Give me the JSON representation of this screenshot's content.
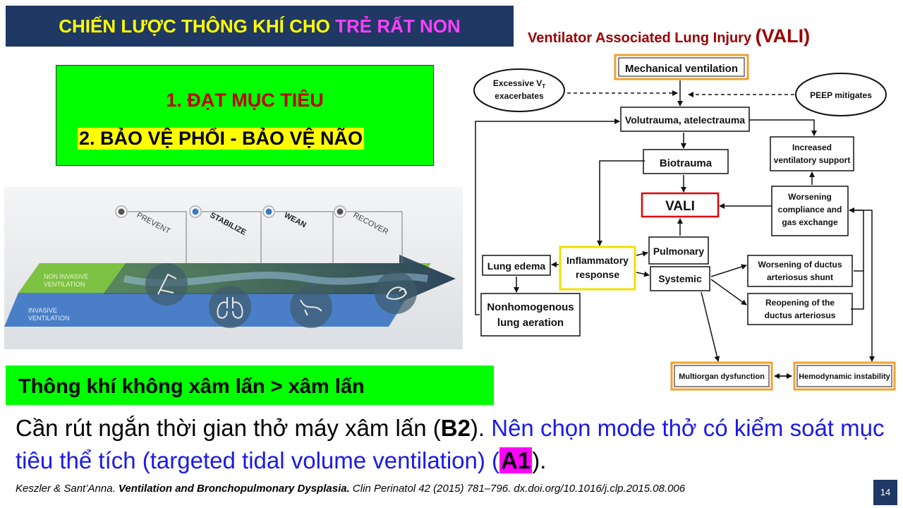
{
  "slide": {
    "title_part1": "CHIẾN LƯỢC THÔNG KHÍ CHO ",
    "title_part2": "TRẺ RẤT NON",
    "vali_heading_text": "Ventilator Associated Lung Injury ",
    "vali_heading_abbr": "(VALI)",
    "goal_1": "1. ĐẠT MỤC TIÊU",
    "goal_2": "2. BẢO VỆ PHỔI - BẢO VỆ NÃO",
    "green_band": "Thông khí không xâm lấn > xâm lấn",
    "para_black_1": "Cần rút ngắn thời gian thở máy xâm lấn (",
    "para_b2": "B2",
    "para_black_2": "). ",
    "para_blue": "Nên chọn mode thở có kiểm soát mục tiêu thể tích (targeted tidal volume ventilation) (",
    "para_a1": "A1",
    "para_end": ").",
    "ref_authors": "Keszler & Sant’Anna. ",
    "ref_title": "Ventilation and Bronchopulmonary Dysplasia.",
    "ref_rest": " Clin Perinatol 42 (2015) 781–796. dx.doi.org/10.1016/j.clp.2015.08.006",
    "page_number": "14"
  },
  "strategy_graphic": {
    "stages": [
      "PREVENT",
      "STABILIZE",
      "WEAN",
      "RECOVER"
    ],
    "niv_label": [
      "NON INVASIVE",
      "VENTILATION"
    ],
    "inv_label": [
      "INVASIVE",
      "VENTILATION"
    ]
  },
  "vali_diagram": {
    "mechanical_ventilation": "Mechanical ventilation",
    "excessive_vt_l1": "Excessive V",
    "excessive_vt_sub": "T",
    "excessive_vt_l2": "exacerbates",
    "peep": "PEEP mitigates",
    "volutrauma": "Volutrauma, atelectrauma",
    "biotrauma": "Biotrauma",
    "vali": "VALI",
    "increased_l1": "Increased",
    "increased_l2": "ventilatory support",
    "worsening_l1": "Worsening",
    "worsening_l2": "compliance and",
    "worsening_l3": "gas exchange",
    "pulmonary": "Pulmonary",
    "inflammatory_l1": "Inflammatory",
    "inflammatory_l2": "response",
    "lung_edema": "Lung edema",
    "systemic": "Systemic",
    "ductus_shunt_l1": "Worsening of ductus",
    "ductus_shunt_l2": "arteriosus shunt",
    "ductus_reopen_l1": "Reopening of the",
    "ductus_reopen_l2": "ductus arteriosus",
    "nonhomog_l1": "Nonhomogenous",
    "nonhomog_l2": "lung aeration",
    "multiorgan": "Multiorgan dysfunction",
    "hemodynamic": "Hemodynamic instability"
  },
  "colors": {
    "title_bg": "#1f3864",
    "title_text": "#ffff00",
    "title_highlight": "#ff40ff",
    "vali_heading": "#9b0000",
    "goal_bg": "#00ff00",
    "goal_1_text": "#c00000",
    "goal_2_bg": "#ffff00",
    "para_blue": "#1a1ae6",
    "a1_bg": "#ff00ff",
    "orange_box": "#f0a030",
    "red_box": "#e00000",
    "yellow_box": "#f0e000"
  }
}
